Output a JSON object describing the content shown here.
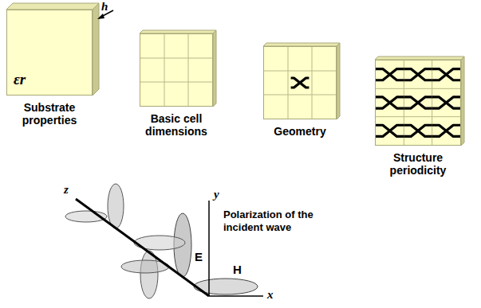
{
  "diagram": {
    "nodes": [
      {
        "text": [
          "Substrate properties",
          "εr"
        ]
      },
      {
        "text": [
          "Basic cell dimensions"
        ]
      },
      {
        "text": [
          "Geometry"
        ]
      },
      {
        "text": [
          "Structure periodicity"
        ]
      }
    ],
    "labels": [
      "h",
      "Polarization of the incident wave",
      "z",
      "y",
      "x",
      "E",
      "H"
    ]
  }
}
